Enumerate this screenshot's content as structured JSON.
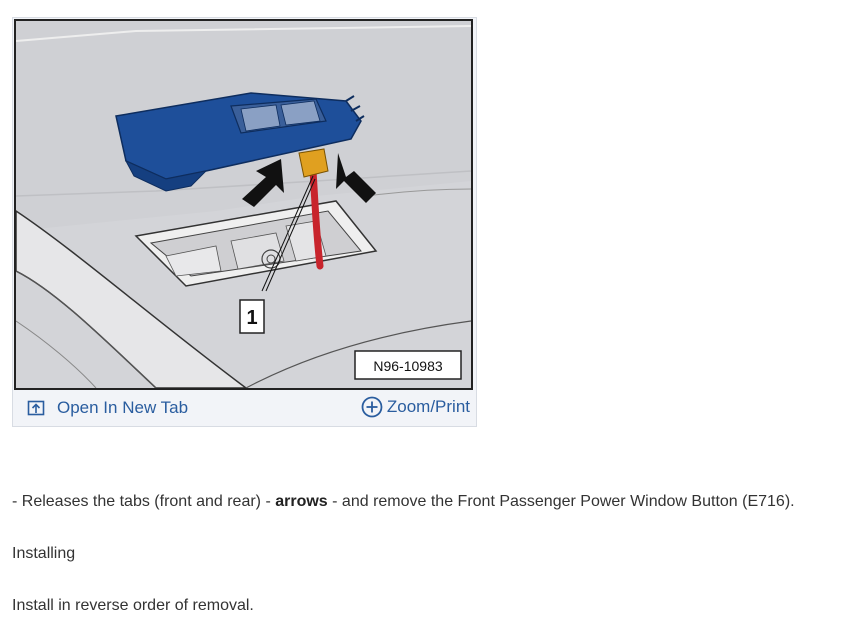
{
  "figure": {
    "callout_number": "1",
    "figure_id": "N96-10983",
    "open_tab_label": "Open In New Tab",
    "zoom_label": "Zoom/Print",
    "colors": {
      "link": "#2a5d9f",
      "button_housing": "#1e4f9a",
      "wire": "#c8242c",
      "connector": "#e0a020"
    }
  },
  "content": {
    "step_prefix": "- Releases the tabs (front and rear) - ",
    "step_bold": "arrows",
    "step_suffix": " - and remove the Front Passenger Power Window Button (E716).",
    "installing_heading": "Installing",
    "install_text": "Install in reverse order of removal."
  }
}
